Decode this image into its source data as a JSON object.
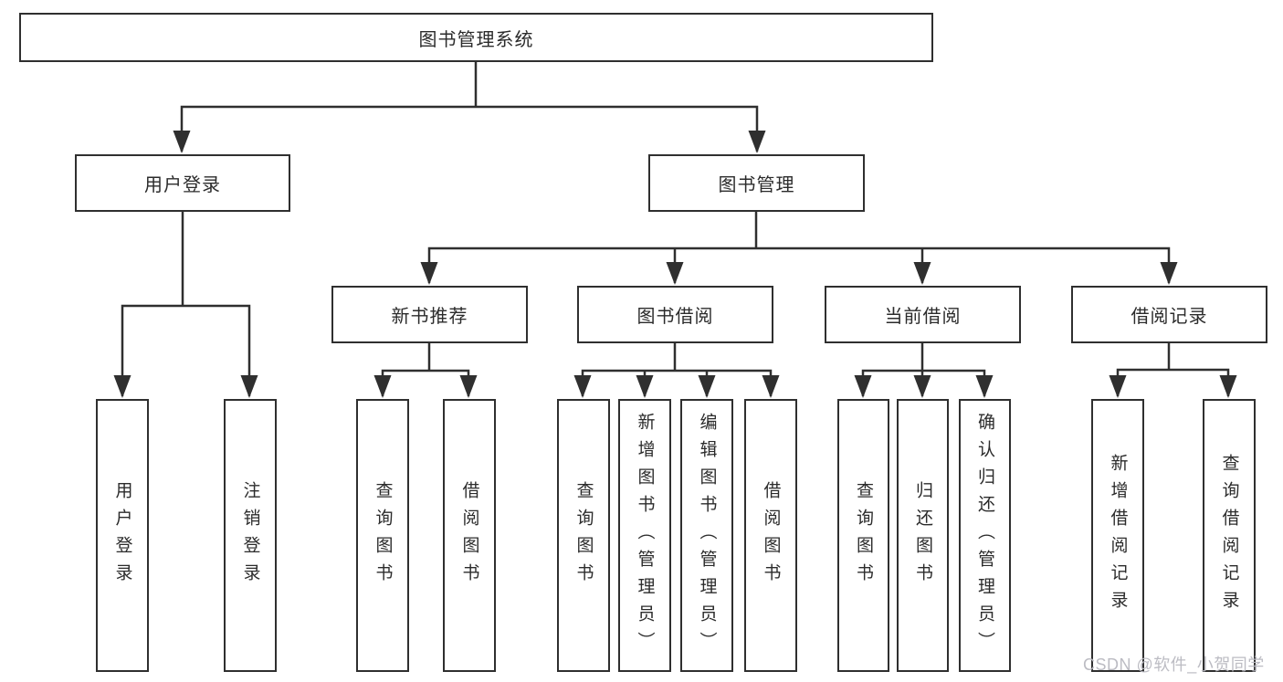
{
  "diagram": {
    "root": {
      "label": "图书管理系统"
    },
    "children": [
      {
        "label": "用户登录",
        "children": [
          {
            "label": "用户登录"
          },
          {
            "label": "注销登录"
          }
        ]
      },
      {
        "label": "图书管理",
        "children": [
          {
            "label": "新书推荐",
            "children": [
              {
                "label": "查询图书"
              },
              {
                "label": "借阅图书"
              }
            ]
          },
          {
            "label": "图书借阅",
            "children": [
              {
                "label": "查询图书"
              },
              {
                "label": "新增图书（管理员）"
              },
              {
                "label": "编辑图书（管理员）"
              },
              {
                "label": "借阅图书"
              }
            ]
          },
          {
            "label": "当前借阅",
            "children": [
              {
                "label": "查询图书"
              },
              {
                "label": "归还图书"
              },
              {
                "label": "确认归还（管理员）"
              }
            ]
          },
          {
            "label": "借阅记录",
            "children": [
              {
                "label": "新增借阅记录"
              },
              {
                "label": "查询借阅记录"
              }
            ]
          }
        ]
      }
    ]
  },
  "watermark": {
    "text": "CSDN @软件_小贺同学"
  },
  "colors": {
    "line": "#2f2f2f",
    "text": "#2b2b2b",
    "watermark": "#b8b8c0",
    "background": "#ffffff"
  }
}
